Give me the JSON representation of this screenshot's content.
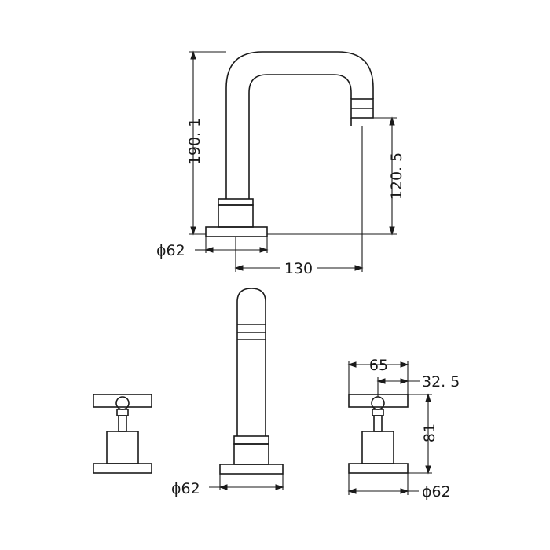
{
  "drawing": {
    "side_view": {
      "height_total": "190. 1",
      "spout_height": "120. 5",
      "base_diameter": "ϕ62",
      "spout_reach": "130"
    },
    "front_view": {
      "handle_width": "65",
      "handle_half_width": "32. 5",
      "handle_height": "81",
      "spout_base_diameter": "ϕ62",
      "handle_base_diameter": "ϕ62"
    }
  }
}
